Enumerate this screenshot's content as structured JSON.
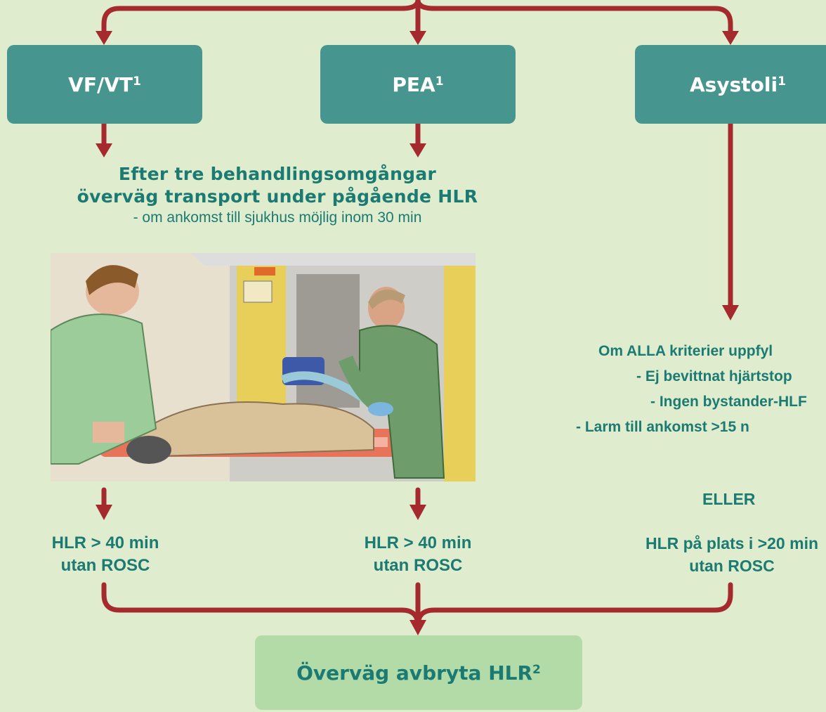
{
  "boxes": {
    "vfvt": {
      "label": "VF/VT",
      "sup": "1"
    },
    "pea": {
      "label": "PEA",
      "sup": "1"
    },
    "asystoli": {
      "label": "Asystoli",
      "sup": "1"
    }
  },
  "transport": {
    "line1": "Efter tre behandlingsomgångar",
    "line2": "överväg transport under pågående HLR",
    "line3": "- om ankomst till sjukhus möjlig inom 30 min"
  },
  "outcome_left": {
    "line1": "HLR > 40 min",
    "line2": "utan ROSC"
  },
  "outcome_mid": {
    "line1": "HLR > 40 min",
    "line2": "utan ROSC"
  },
  "criteria": [
    "Om ALLA  kriterier uppfyl",
    "- Ej bevittnat hjärtstop",
    "-  Ingen bystander-HLF",
    "- Larm till ankomst >15 n"
  ],
  "eller": "ELLER",
  "asystoli_outcome": {
    "line1": "HLR på plats i >20 min",
    "line2": "utan ROSC"
  },
  "final": {
    "label": "Överväg avbryta HLR",
    "sup": "2"
  },
  "colors": {
    "background": "#e0ecce",
    "box": "#46958f",
    "arrow": "#a52a2e",
    "text": "#1b7a72",
    "final_box": "#b2dba8"
  }
}
